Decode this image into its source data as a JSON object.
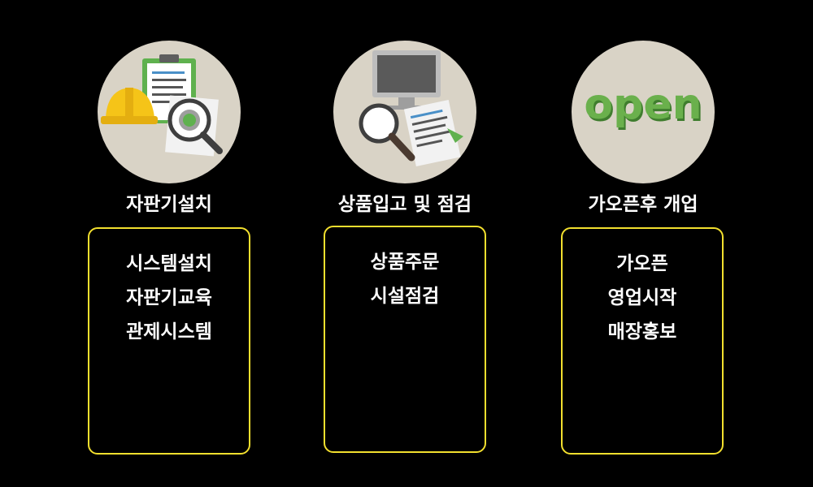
{
  "colors": {
    "background": "#000000",
    "circle": "#d9d3c6",
    "box_border": "#f2df2e",
    "open_text": "#6ab04c"
  },
  "steps": [
    {
      "icon": "hardhat-clipboard-certificate-icon",
      "title": "자판기설치",
      "items": [
        "시스템설치",
        "자판기교육",
        "관제시스템"
      ]
    },
    {
      "icon": "monitor-magnifier-document-icon",
      "title": "상품입고 및 점검",
      "items": [
        "상품주문",
        "시설점검"
      ]
    },
    {
      "icon": "open-sign-icon",
      "title": "가오픈후 개업",
      "icon_text": "open",
      "items": [
        "가오픈",
        "영업시작",
        "매장홍보"
      ]
    }
  ]
}
